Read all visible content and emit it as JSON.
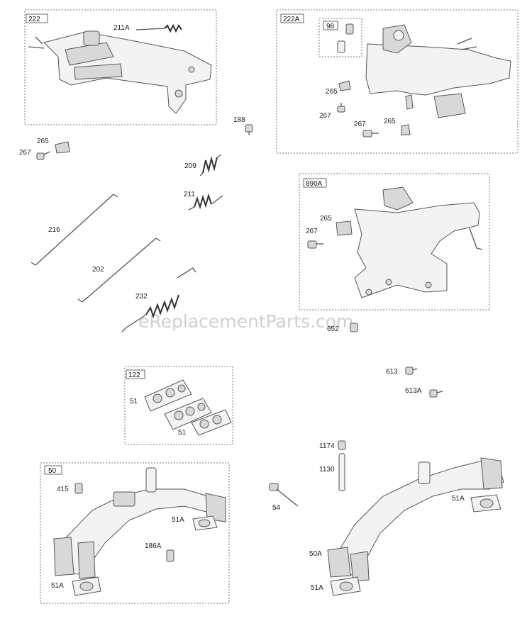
{
  "watermark": "eReplacementParts.com",
  "groups": {
    "g222": "222",
    "g222A": "222A",
    "g98": "98",
    "g890A": "890A",
    "g122": "122",
    "g50": "50"
  },
  "callouts": {
    "c211A": "211A",
    "c188": "188",
    "c265a": "265",
    "c267a": "267",
    "c209": "209",
    "c211": "211",
    "c216": "216",
    "c202": "202",
    "c232": "232",
    "c265b": "265",
    "c267b": "267",
    "c267c": "267",
    "c265c": "265",
    "c265d": "265",
    "c267d": "267",
    "c652": "652",
    "c51a": "51",
    "c51b": "51",
    "c613": "613",
    "c613A": "613A",
    "c1174": "1174",
    "c1130": "1130",
    "c415": "415",
    "c51A1": "51A",
    "c186A": "186A",
    "c51A2": "51A",
    "c54": "54",
    "c51A3": "51A",
    "c50A": "50A",
    "c51A4": "51A"
  }
}
